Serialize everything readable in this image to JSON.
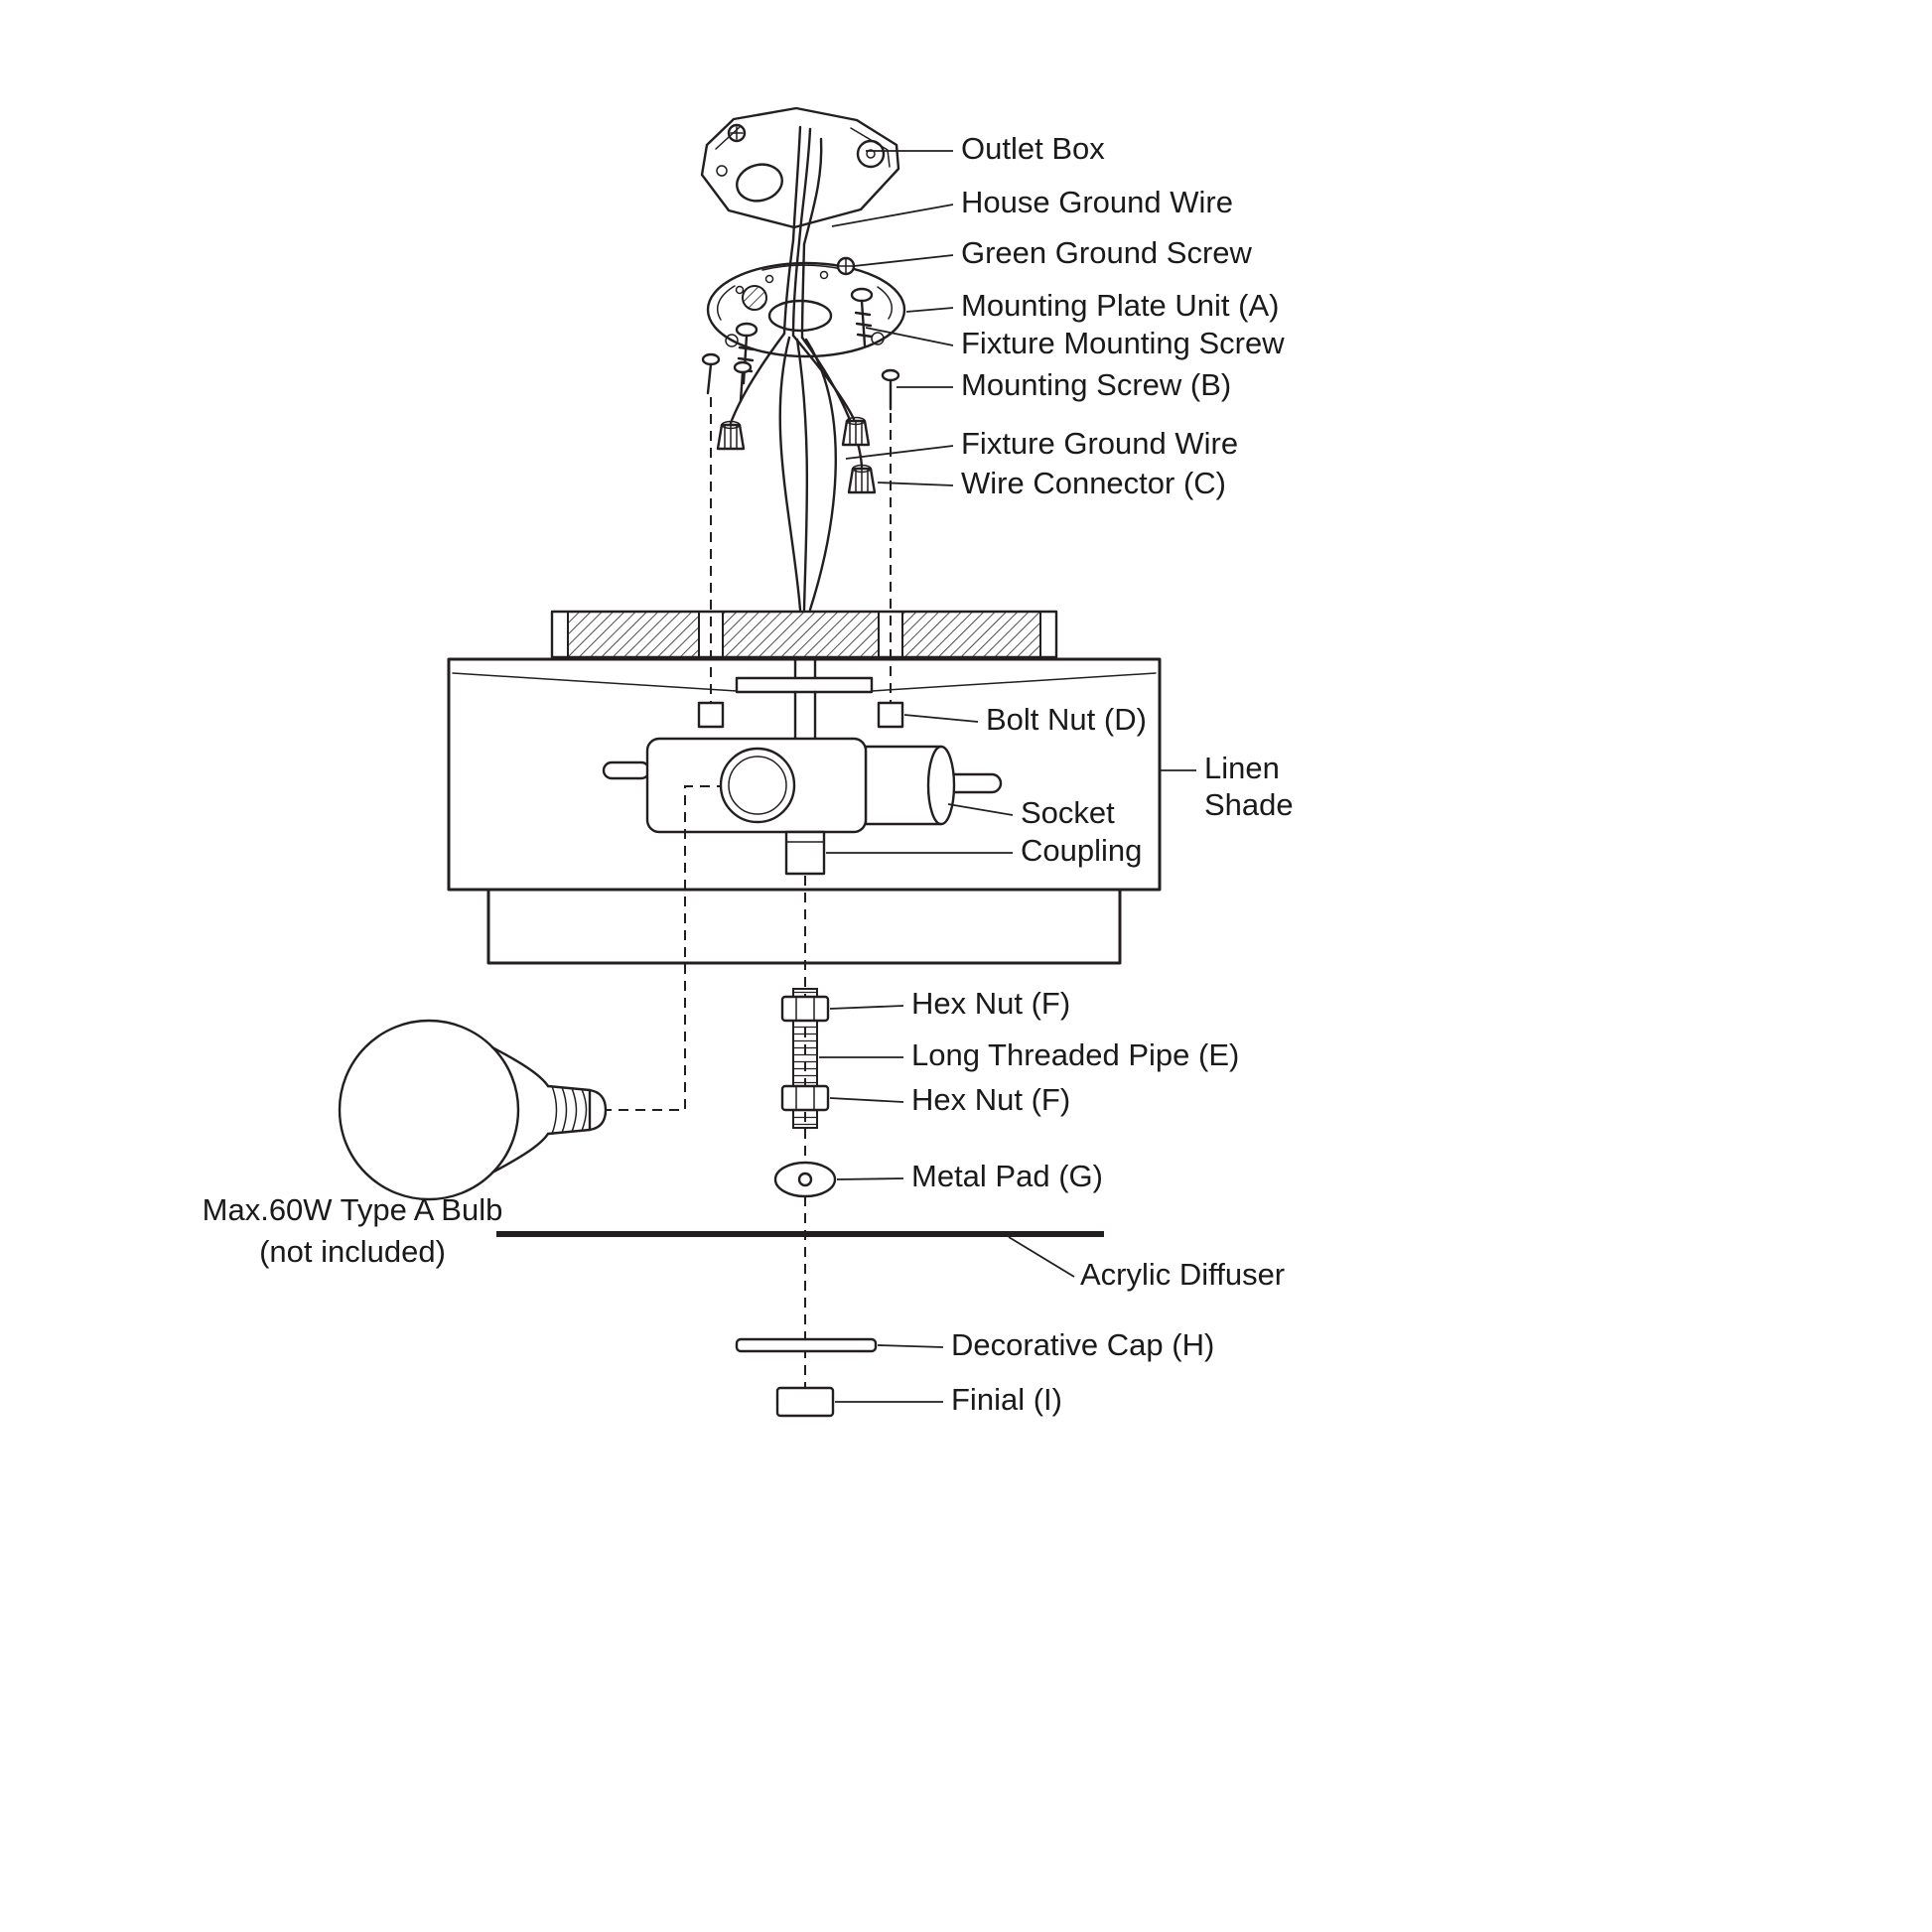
{
  "diagram": {
    "type": "exploded-assembly-diagram",
    "subject": "Flush mount ceiling light fixture installation diagram",
    "line_color": "#231f20",
    "background_color": "#ffffff"
  },
  "labels": {
    "outlet_box": "Outlet Box",
    "house_ground_wire": "House Ground Wire",
    "green_ground_screw": "Green Ground Screw",
    "mounting_plate_unit": "Mounting Plate Unit (A)",
    "fixture_mounting_screw": "Fixture Mounting Screw",
    "mounting_screw_b": "Mounting Screw (B)",
    "fixture_ground_wire": "Fixture Ground Wire",
    "wire_connector_c": "Wire Connector (C)",
    "bolt_nut_d": "Bolt Nut (D)",
    "linen_shade_line1": "Linen",
    "linen_shade_line2": "Shade",
    "socket": "Socket",
    "coupling": "Coupling",
    "hex_nut_f_top": "Hex Nut (F)",
    "long_threaded_pipe_e": "Long Threaded Pipe (E)",
    "hex_nut_f_bottom": "Hex Nut (F)",
    "metal_pad_g": "Metal Pad (G)",
    "acrylic_diffuser": "Acrylic Diffuser",
    "decorative_cap_h": "Decorative Cap (H)",
    "finial_i": "Finial (I)",
    "bulb_note_line1": "Max.60W Type A Bulb",
    "bulb_note_line2": "(not included)"
  }
}
